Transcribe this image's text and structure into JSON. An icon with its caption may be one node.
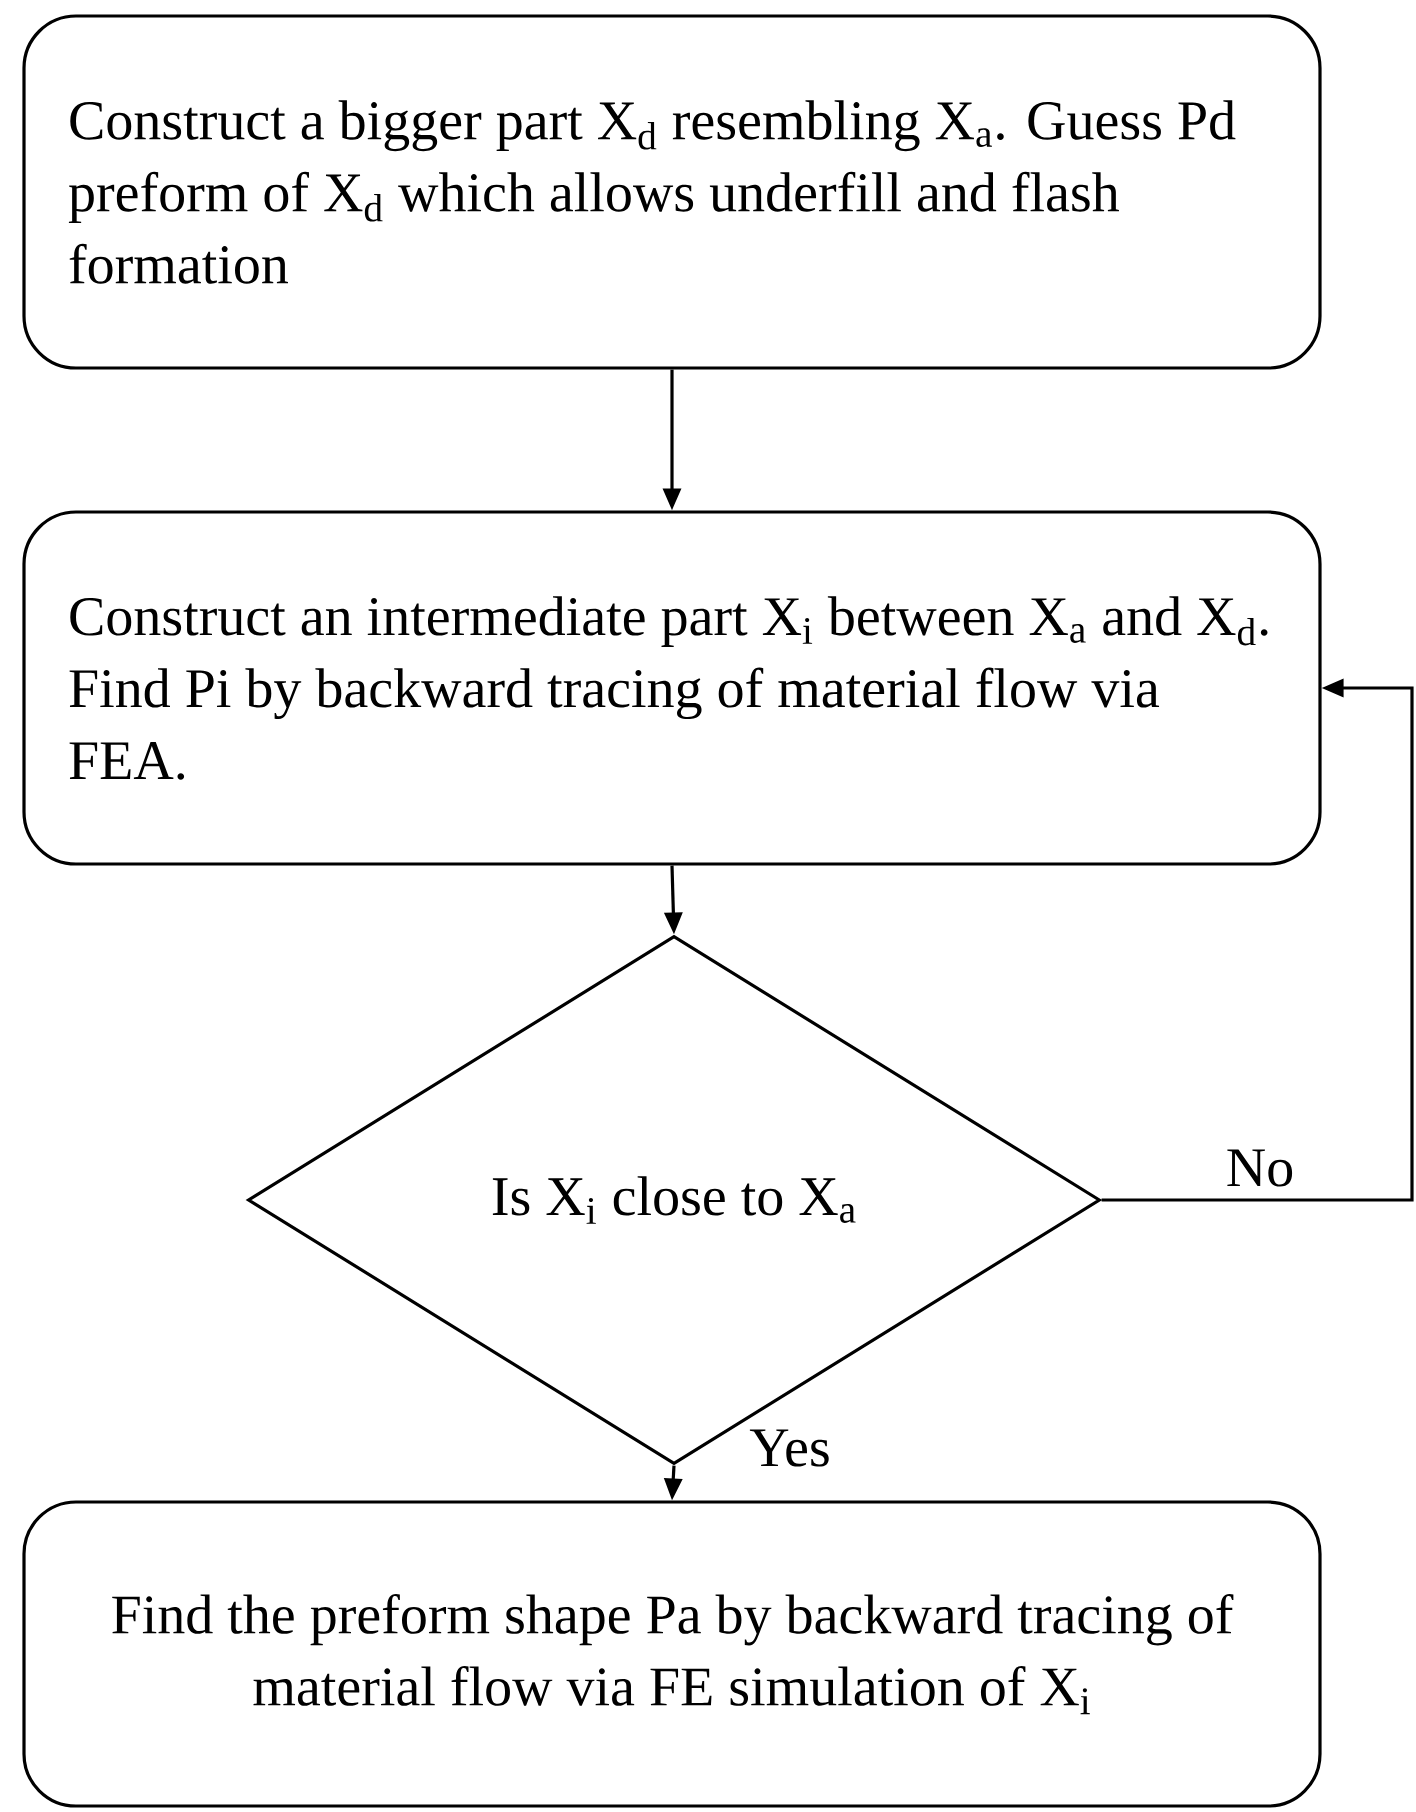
{
  "diagram": {
    "nodes": [
      {
        "text": [
          "Construct a bigger part X$_{d}$ resembling X$_{a}$. Guess Pd preform of X$_{d}$ which allows underfill and flash formation"
        ]
      },
      {
        "text": [
          "Construct an intermediate part X$_{i}$ between X$_{a}$ and X$_{d}$. Find Pi by backward tracing of material flow via FEA."
        ]
      },
      {
        "text": [
          "Is X$_{i}$ close to X$_{a}$"
        ]
      },
      {
        "text": [
          "Find the preform shape Pa by backward tracing of material flow via FE simulation of X$_{i}$"
        ]
      }
    ],
    "edges": [
      {
        "from": 0,
        "to": 1,
        "arrow": "to"
      },
      {
        "from": 1,
        "to": 2,
        "arrow": "to"
      },
      {
        "from": 2,
        "to": 3,
        "arrow": "to",
        "label": "Yes"
      },
      {
        "from": 2,
        "to": 1,
        "arrow": "to",
        "label": "No"
      }
    ]
  }
}
